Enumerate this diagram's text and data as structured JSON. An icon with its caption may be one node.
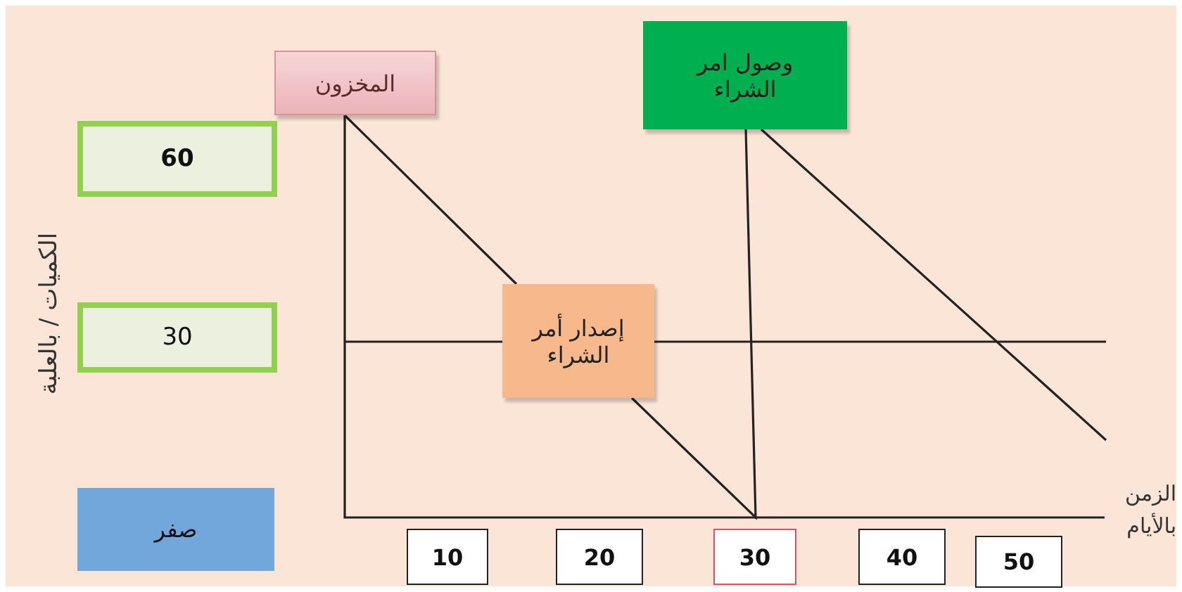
{
  "diagram": {
    "nodes": [
      {
        "text": [
          "المخزون"
        ]
      },
      {
        "text": [
          "وصول امر الشراء"
        ]
      },
      {
        "text": [
          "60"
        ]
      },
      {
        "text": [
          "30"
        ]
      },
      {
        "text": [
          "إصدار أمر الشراء"
        ]
      },
      {
        "text": [
          "صفر"
        ]
      },
      {
        "text": [
          "10"
        ]
      },
      {
        "text": [
          "20"
        ]
      },
      {
        "text": [
          "30"
        ]
      },
      {
        "text": [
          "40"
        ]
      },
      {
        "text": [
          "50"
        ]
      }
    ],
    "edges": [
      {
        "from": 0,
        "to": 4,
        "arrow": "none"
      },
      {
        "from": 4,
        "to": 1,
        "arrow": "none"
      },
      {
        "from": 1,
        "to": null,
        "arrow": "none"
      }
    ],
    "labels": [
      "الكميات / بالعلبة",
      "الزمن بالأيام"
    ]
  }
}
